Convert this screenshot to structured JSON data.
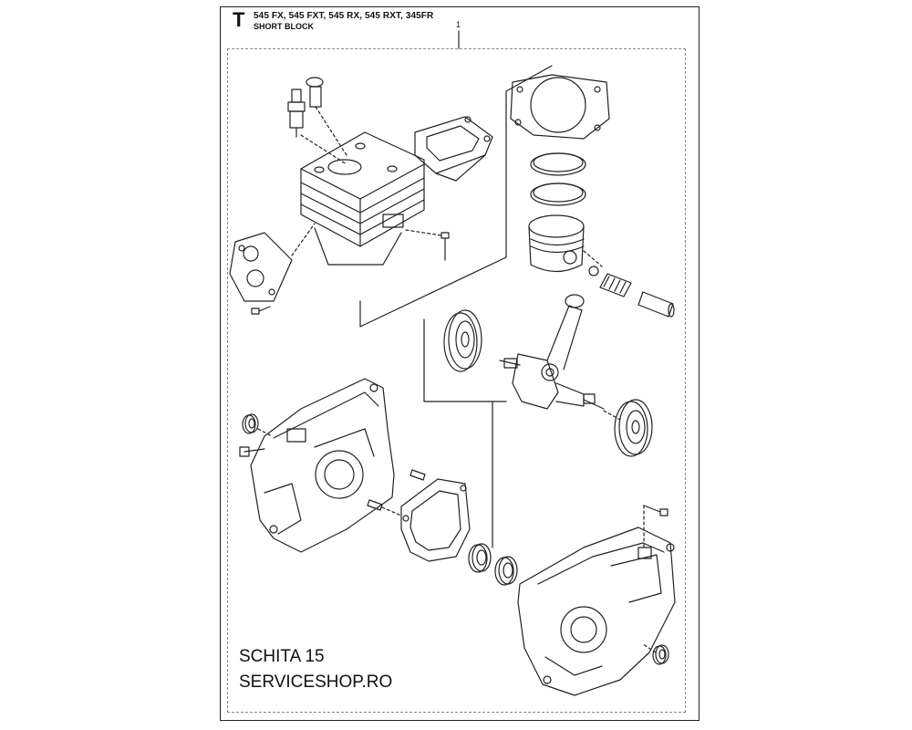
{
  "header": {
    "letter": "T",
    "models": "545 FX, 545 FXT, 545 RX, 545 RXT, 345FR",
    "subtitle": "SHORT BLOCK",
    "callout": "1"
  },
  "footer": {
    "line1": "SCHITA 15",
    "line2": "SERVICESHOP.RO"
  }
}
